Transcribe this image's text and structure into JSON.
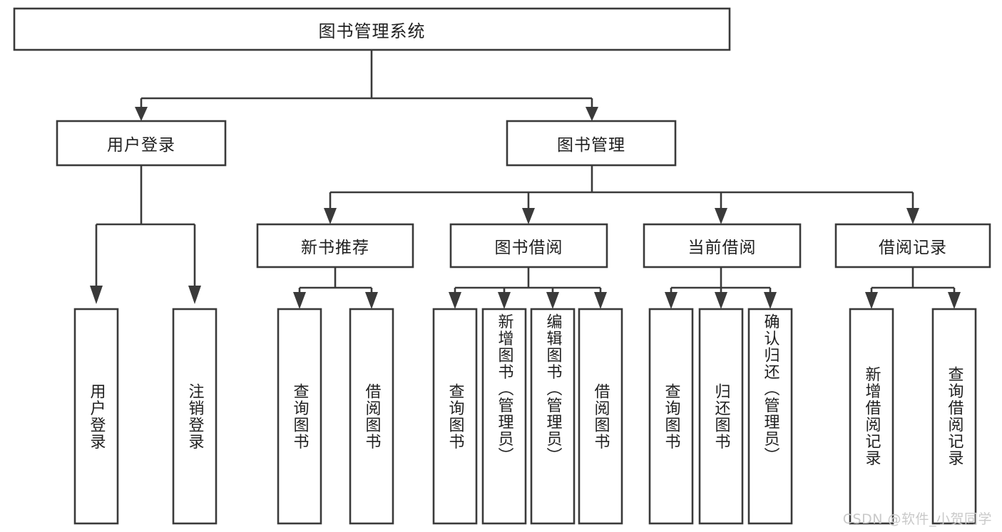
{
  "diagram": {
    "kind": "tree-hierarchy-flowchart",
    "root": {
      "id": "root",
      "label": "图书管理系统"
    },
    "level2": [
      {
        "id": "user-login",
        "label": "用户登录"
      },
      {
        "id": "book-manage",
        "label": "图书管理"
      }
    ],
    "level3": [
      {
        "id": "new-book-recommend",
        "label": "新书推荐",
        "parent": "book-manage"
      },
      {
        "id": "book-borrow",
        "label": "图书借阅",
        "parent": "book-manage"
      },
      {
        "id": "current-borrow",
        "label": "当前借阅",
        "parent": "book-manage"
      },
      {
        "id": "borrow-record",
        "label": "借阅记录",
        "parent": "book-manage"
      }
    ],
    "leaves": {
      "user-login": [
        {
          "id": "leaf-user-login",
          "label": "用户登录"
        },
        {
          "id": "leaf-logout-login",
          "label": "注销登录"
        }
      ],
      "new-book-recommend": [
        {
          "id": "leaf-query-book-1",
          "label": "查询图书"
        },
        {
          "id": "leaf-borrow-book-1",
          "label": "借阅图书"
        }
      ],
      "book-borrow": [
        {
          "id": "leaf-query-book-2",
          "label": "查询图书"
        },
        {
          "id": "leaf-add-book",
          "label": "新增图书（管理员）"
        },
        {
          "id": "leaf-edit-book",
          "label": "编辑图书（管理员）"
        },
        {
          "id": "leaf-borrow-book-2",
          "label": "借阅图书"
        }
      ],
      "current-borrow": [
        {
          "id": "leaf-query-book-3",
          "label": "查询图书"
        },
        {
          "id": "leaf-return-book",
          "label": "归还图书"
        },
        {
          "id": "leaf-confirm-return",
          "label": "确认归还（管理员）"
        }
      ],
      "borrow-record": [
        {
          "id": "leaf-add-record",
          "label": "新增借阅记录"
        },
        {
          "id": "leaf-query-record",
          "label": "查询借阅记录"
        }
      ]
    },
    "colors": {
      "box_stroke": "#3a3a3a",
      "box_fill": "#ffffff",
      "connector": "#3a3a3a",
      "text": "#1f1f1f",
      "canvas": "#ffffff",
      "watermark": "#c9c9c9"
    }
  },
  "watermark": {
    "text": "CSDN @软件_小贺同学"
  }
}
